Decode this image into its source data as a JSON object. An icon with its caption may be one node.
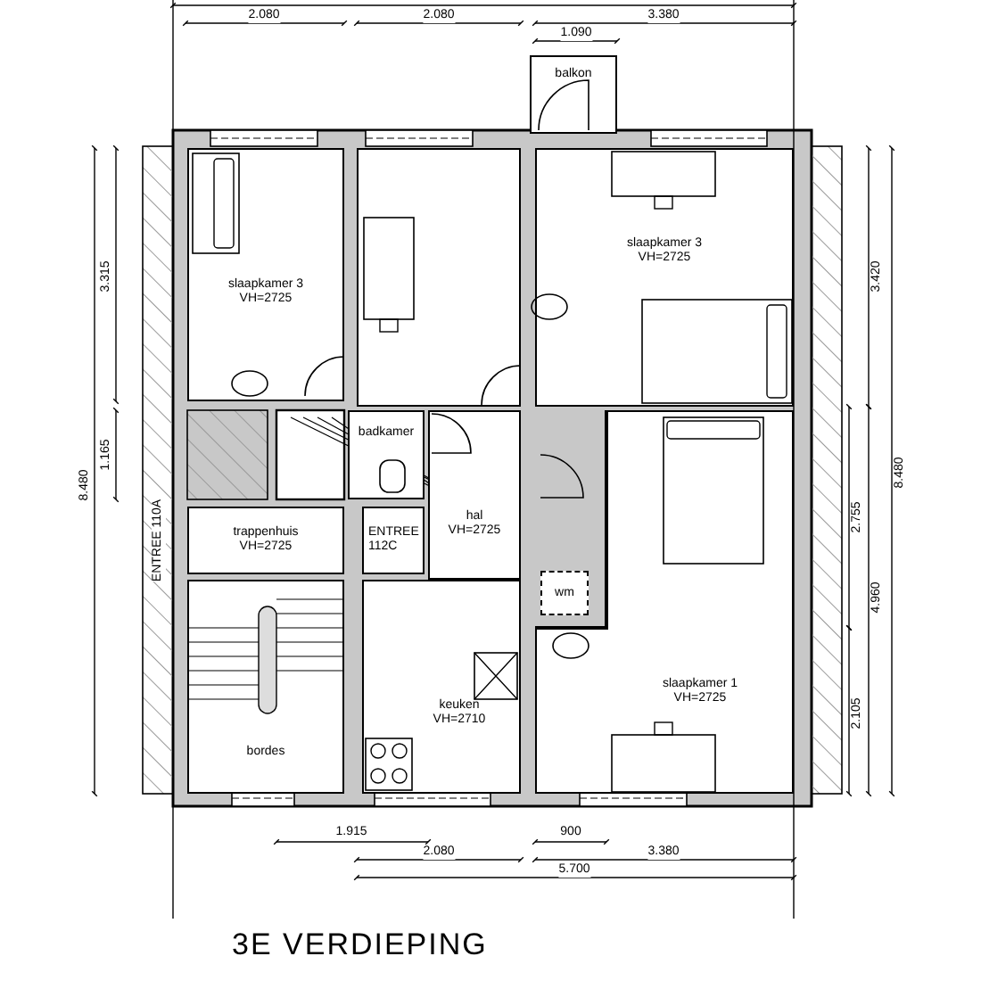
{
  "diagram": {
    "caption": "3E VERDIEPING",
    "nodes": [
      {
        "text": [
          "balkon"
        ]
      },
      {
        "text": [
          "slaapkamer 3",
          "VH=2725"
        ]
      },
      {
        "text": [],
        "shape": "box"
      },
      {
        "text": [
          "slaapkamer 3",
          "VH=2725"
        ]
      },
      {
        "text": [
          "badkamer"
        ]
      },
      {
        "text": [
          "hal",
          "VH=2725"
        ]
      },
      {
        "text": [
          "trappenhuis",
          "VH=2725"
        ]
      },
      {
        "text": [
          "ENTREE 112C"
        ]
      },
      {
        "text": [
          "wm"
        ]
      },
      {
        "text": [
          "keuken",
          "VH=2710"
        ]
      },
      {
        "text": [
          "bordes"
        ]
      },
      {
        "text": [
          "slaapkamer 1",
          "VH=2725"
        ]
      }
    ],
    "edges": [],
    "labels": [
      "2.080",
      "2.080",
      "3.380",
      "1.090",
      "3.315",
      "1.165",
      "8.480",
      "ENTREE 110A",
      "3.420",
      "8.480",
      "2.755",
      "4.960",
      "2.105",
      "1.915",
      "900",
      "2.080",
      "3.380",
      "5.700"
    ]
  }
}
